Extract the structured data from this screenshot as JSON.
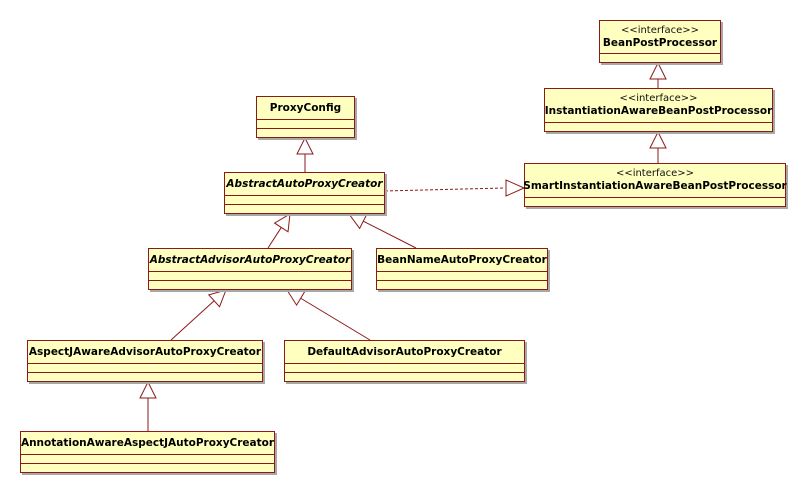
{
  "diagram": {
    "stereotype_interface": "<<interface>>",
    "classes": {
      "bean_post_processor": {
        "name": "BeanPostProcessor",
        "interface": true
      },
      "instantiation_aware": {
        "name": "InstantiationAwareBeanPostProcessor",
        "interface": true
      },
      "smart_instantiation_aware": {
        "name": "SmartInstantiationAwareBeanPostProcessor",
        "interface": true
      },
      "proxy_config": {
        "name": "ProxyConfig"
      },
      "abstract_auto_proxy_creator": {
        "name": "AbstractAutoProxyCreator",
        "abstract": true
      },
      "abstract_advisor_auto_proxy_creator": {
        "name": "AbstractAdvisorAutoProxyCreator",
        "abstract": true
      },
      "bean_name_auto_proxy_creator": {
        "name": "BeanNameAutoProxyCreator"
      },
      "aspectj_aware_advisor_auto_proxy_creator": {
        "name": "AspectJAwareAdvisorAutoProxyCreator"
      },
      "default_advisor_auto_proxy_creator": {
        "name": "DefaultAdvisorAutoProxyCreator"
      },
      "annotation_aware_aspectj_auto_proxy_creator": {
        "name": "AnnotationAwareAspectJAutoProxyCreator"
      }
    },
    "relations": [
      {
        "type": "generalization",
        "from": "instantiation_aware",
        "to": "bean_post_processor"
      },
      {
        "type": "generalization",
        "from": "smart_instantiation_aware",
        "to": "instantiation_aware"
      },
      {
        "type": "generalization",
        "from": "abstract_auto_proxy_creator",
        "to": "proxy_config"
      },
      {
        "type": "realization",
        "from": "abstract_auto_proxy_creator",
        "to": "smart_instantiation_aware"
      },
      {
        "type": "generalization",
        "from": "abstract_advisor_auto_proxy_creator",
        "to": "abstract_auto_proxy_creator"
      },
      {
        "type": "generalization",
        "from": "bean_name_auto_proxy_creator",
        "to": "abstract_auto_proxy_creator"
      },
      {
        "type": "generalization",
        "from": "aspectj_aware_advisor_auto_proxy_creator",
        "to": "abstract_advisor_auto_proxy_creator"
      },
      {
        "type": "generalization",
        "from": "default_advisor_auto_proxy_creator",
        "to": "abstract_advisor_auto_proxy_creator"
      },
      {
        "type": "generalization",
        "from": "annotation_aware_aspectj_auto_proxy_creator",
        "to": "aspectj_aware_advisor_auto_proxy_creator"
      }
    ]
  },
  "colors": {
    "class_fill": "#ffffc0",
    "class_border": "#8b1a1a",
    "edge": "#8b1a1a",
    "shadow": "#a8a8a8"
  }
}
